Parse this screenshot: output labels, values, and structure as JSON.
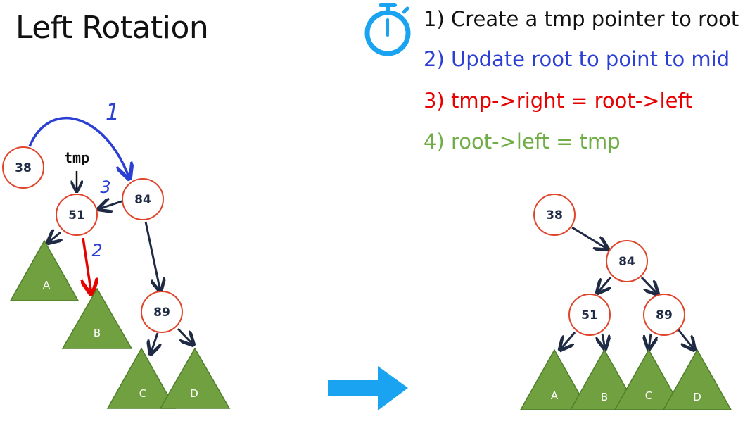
{
  "title": "Left Rotation",
  "colors": {
    "step1": "#111111",
    "step2": "#2b3fd4",
    "step3": "#e60000",
    "step4": "#70ad47",
    "node_stroke": "#e0452c",
    "node_text": "#1f2a44",
    "edge": "#1f2a44",
    "triangle_fill": "#70a040",
    "triangle_stroke": "#4f7f2a",
    "big_arrow": "#1aa3f0",
    "timer": "#1aa3f0"
  },
  "steps": [
    "1) Create a tmp pointer to root",
    "2) Update root to point to mid",
    "3) tmp->right = root->left",
    "4) root->left = tmp"
  ],
  "timer_icon": "stopwatch-icon",
  "transition_icon": "right-arrow-icon",
  "before": {
    "tmp_label": "tmp",
    "annotations": [
      "1",
      "2",
      "3"
    ],
    "nodes": [
      "38",
      "51",
      "84",
      "89"
    ],
    "subtrees": [
      "A",
      "B",
      "C",
      "D"
    ]
  },
  "after": {
    "nodes": [
      "38",
      "84",
      "51",
      "89"
    ],
    "subtrees": [
      "A",
      "B",
      "C",
      "D"
    ]
  }
}
